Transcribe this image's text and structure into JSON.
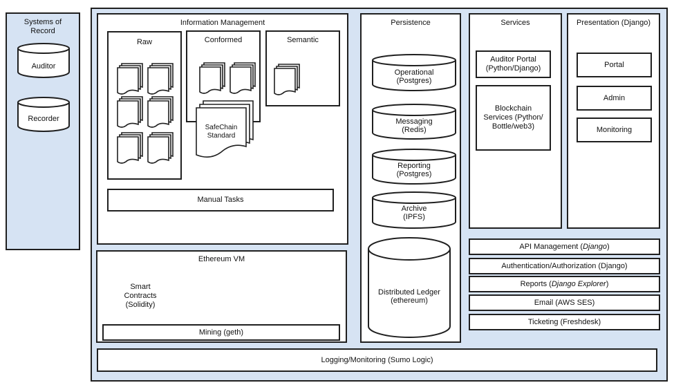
{
  "systems_of_record": {
    "title": "Systems of Record",
    "items": [
      "Auditor",
      "Recorder"
    ]
  },
  "information_management": {
    "title": "Information Management",
    "raw": {
      "title": "Raw"
    },
    "conformed": {
      "title": "Conformed",
      "standard_label": "SafeChain Standard"
    },
    "semantic": {
      "title": "Semantic"
    },
    "manual_tasks": "Manual Tasks"
  },
  "ethereum_vm": {
    "title": "Ethereum VM",
    "smart_contracts": "Smart Contracts (Solidity)",
    "mining": "Mining (geth)"
  },
  "persistence": {
    "title": "Persistence",
    "stores": [
      {
        "name": "Operational",
        "tech": "(Postgres)"
      },
      {
        "name": "Messaging",
        "tech": "(Redis)"
      },
      {
        "name": "Reporting",
        "tech": "(Postgres)"
      },
      {
        "name": "Archive",
        "tech": "(IPFS)"
      }
    ],
    "ledger": {
      "name": "Distributed Ledger",
      "tech": "(ethereum)"
    }
  },
  "services": {
    "title": "Services",
    "items": [
      "Auditor Portal (Python/Django)",
      "Blockchain Services (Python/ Bottle/web3)"
    ]
  },
  "presentation": {
    "title": "Presentation (Django)",
    "items": [
      "Portal",
      "Admin",
      "Monitoring"
    ]
  },
  "cross_cutting": {
    "api_management": {
      "text": "API Management (",
      "italic": "Django",
      "after": ")"
    },
    "auth": "Authentication/Authorization (Django)",
    "reports": {
      "text": "Reports (",
      "italic": "Django Explorer",
      "after": ")"
    },
    "email": "Email (AWS SES)",
    "ticketing": "Ticketing (Freshdesk)"
  },
  "logging": "Logging/Monitoring (Sumo Logic)",
  "colors": {
    "panel": "#d6e3f3",
    "stroke": "#1f1f1f",
    "box": "#ffffff"
  }
}
